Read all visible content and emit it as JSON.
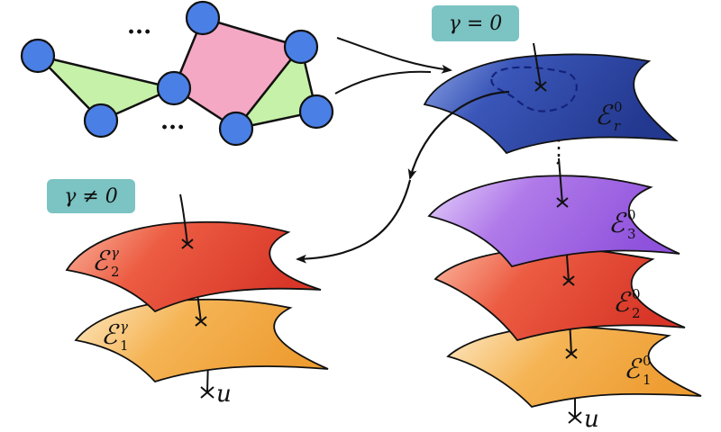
{
  "badges": {
    "gamma_zero": "γ = 0",
    "gamma_nonzero": "γ ≠ 0"
  },
  "graph": {
    "dots_top": "···",
    "dots_bottom": "···"
  },
  "layers_right": {
    "top": {
      "base": "ℰ",
      "sub": "r",
      "sup": "0"
    },
    "ellipsis": "⋮",
    "l3": {
      "base": "ℰ",
      "sub": "3",
      "sup": "0"
    },
    "l2": {
      "base": "ℰ",
      "sub": "2",
      "sup": "0"
    },
    "l1": {
      "base": "ℰ",
      "sub": "1",
      "sup": "0"
    },
    "u": "u"
  },
  "layers_left": {
    "l2": {
      "base": "ℰ",
      "sub": "2",
      "sup": "γ"
    },
    "l1": {
      "base": "ℰ",
      "sub": "1",
      "sup": "γ"
    },
    "u": "u"
  },
  "colors": {
    "node": "#4a7fe6",
    "green": "#c6f1a8",
    "pink": "#f4a8c4",
    "blue_sheet": "#3450b4",
    "purple_sheet": "#a66ae6",
    "red_sheet": "#e8503c",
    "orange_sheet": "#f2ae4a",
    "badge": "#7cc3c3"
  }
}
